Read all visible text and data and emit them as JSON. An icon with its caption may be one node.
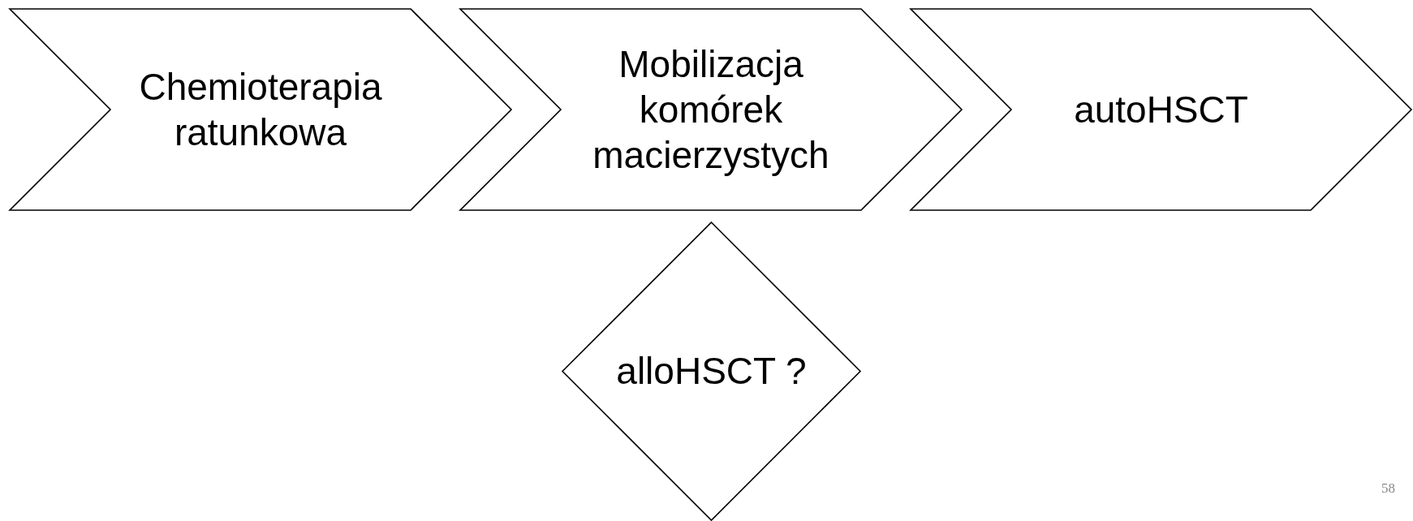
{
  "diagram": {
    "nodes": [
      {
        "text": [
          "Chemioterapia ratunkowa"
        ]
      },
      {
        "text": [
          "Mobilizacja komórek macierzystych"
        ]
      },
      {
        "text": [
          "autoHSCT"
        ]
      },
      {
        "text": [
          "alloHSCT ?"
        ]
      }
    ],
    "labels": [
      "58"
    ]
  }
}
